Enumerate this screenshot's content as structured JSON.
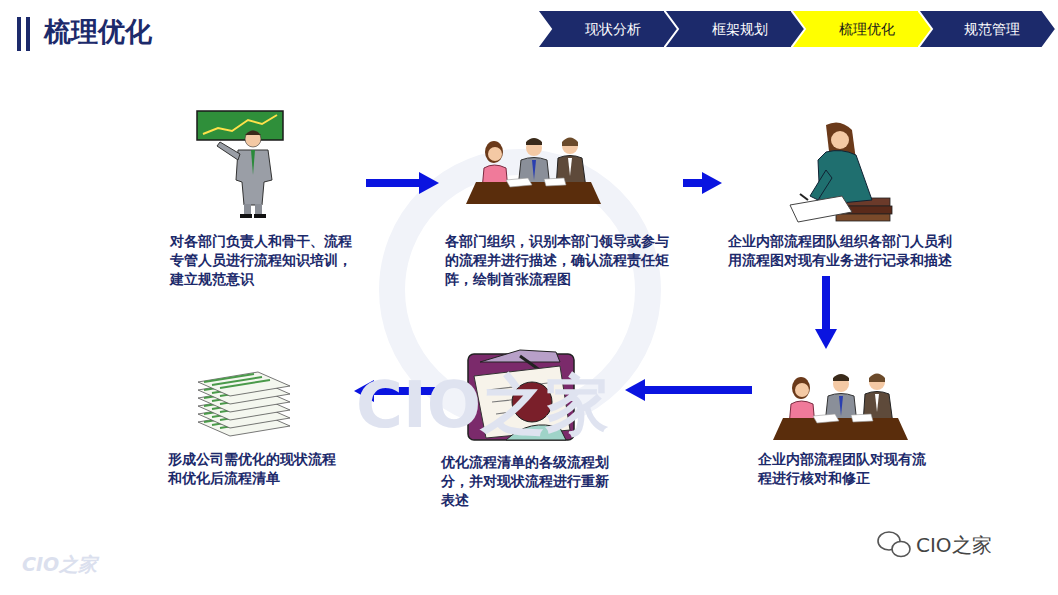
{
  "diagram": {
    "title": "梳理优化",
    "nodes": [
      {
        "text": [
          "现状分析"
        ]
      },
      {
        "text": [
          "框架规划"
        ]
      },
      {
        "text": [
          "梳理优化"
        ]
      },
      {
        "text": [
          "规范管理"
        ]
      },
      {
        "text": [
          "对各部门负责人和骨干、流程专管人员进行流程知识培训，建立规范意识"
        ]
      },
      {
        "text": [
          "各部门组织，识别本部门领导或参与的流程并进行描述，确认流程责任矩阵，绘制首张流程图"
        ]
      },
      {
        "text": [
          "企业内部流程团队组织各部门人员利用流程图对现有业务进行记录和描述"
        ]
      },
      {
        "text": [
          "企业内部流程团队对现有流程进行核对和修正"
        ]
      },
      {
        "text": [
          "优化流程清单的各级流程划分，并对现状流程进行重新表述"
        ]
      },
      {
        "text": [
          "形成公司需优化的现状流程和优化后流程清单"
        ]
      }
    ],
    "edges": [
      {
        "from": 4,
        "to": 5,
        "arrow": "to"
      },
      {
        "from": 5,
        "to": 6,
        "arrow": "to"
      },
      {
        "from": 6,
        "to": 7,
        "arrow": "to"
      },
      {
        "from": 7,
        "to": 8,
        "arrow": "to"
      },
      {
        "from": 8,
        "to": 9,
        "arrow": "to"
      }
    ],
    "labels": [
      "CIO之家",
      "CIO之家",
      "CIO之家"
    ]
  }
}
